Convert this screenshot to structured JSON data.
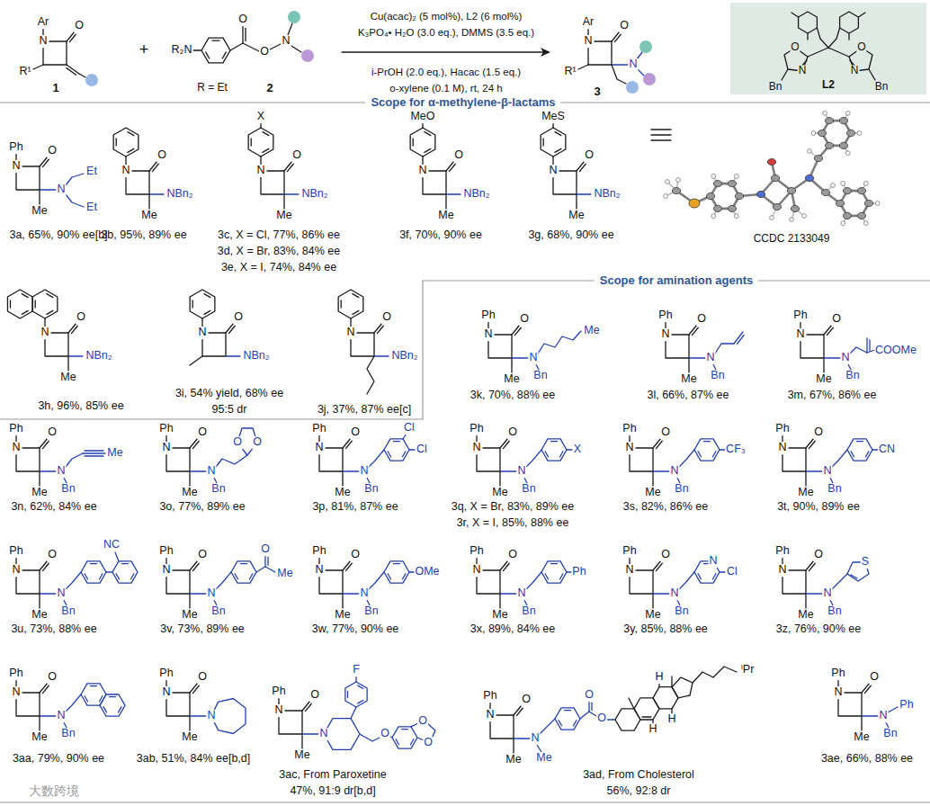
{
  "diagram": {
    "nodes": [
      {
        "text": [
          "O",
          "N",
          "Bn",
          "O",
          "N",
          "Bn",
          "L2"
        ]
      }
    ],
    "labels": [
      "Ar",
      "N",
      "O",
      "R¹",
      "1",
      "+",
      "R₂N",
      "O",
      "O",
      "N",
      "2",
      "R = Et",
      "Cu(acac)₂ (5 mol%), L2 (6 mol%)",
      "K₃PO₄• H₂O (3.0 eq.), DMMS (3.5 eq.)",
      "i-PrOH (2.0 eq.), Hacac (1.5 eq.)",
      "o-xylene (0.1 M), rt, 24 h",
      "Ar",
      "N",
      "O",
      "R¹",
      "N",
      "3",
      "Scope for α-methylene-β-lactams",
      "Ph",
      "N",
      "O",
      "N",
      "Et",
      "Et",
      "Me",
      "3a, 65%, 90% ee[b]",
      "N",
      "O",
      "NBn₂",
      "Me",
      "3b, 95%, 89% ee",
      "X",
      "N",
      "O",
      "NBn₂",
      "Me",
      "3c, X = Cl, 77%, 86% ee",
      "3d, X = Br, 83%, 84% ee",
      "3e, X = I, 74%, 84% ee",
      "MeO",
      "N",
      "O",
      "NBn₂",
      "Me",
      "3f, 70%, 90% ee",
      "MeS",
      "N",
      "O",
      "NBn₂",
      "Me",
      "3g, 68%, 90% ee",
      "CCDC 2133049",
      "N",
      "O",
      "NBn₂",
      "Me",
      "3h, 96%, 85% ee",
      "N",
      "O",
      "NBn₂",
      "3i, 54% yield, 68% ee",
      "95:5 dr",
      "N",
      "O",
      "NBn₂",
      "3j, 37%, 87% ee[c]",
      "Scope for amination agents",
      "Ph",
      "N",
      "O",
      "N",
      "Bn",
      "Me",
      "Me",
      "3k, 70%, 88% ee",
      "Ph",
      "N",
      "O",
      "N",
      "Bn",
      "Me",
      "3l, 66%, 87% ee",
      "Ph",
      "N",
      "O",
      "N",
      "Bn",
      "Me",
      "COOMe",
      "3m, 67%, 86% ee",
      "Ph",
      "N",
      "O",
      "N",
      "Bn",
      "Me",
      "Me",
      "3n, 62%, 84% ee",
      "Ph",
      "N",
      "O",
      "N",
      "Bn",
      "Me",
      "O",
      "O",
      "3o, 77%, 89% ee",
      "Ph",
      "N",
      "O",
      "N",
      "Bn",
      "Me",
      "Cl",
      "Cl",
      "3p, 81%, 87% ee",
      "Ph",
      "N",
      "O",
      "N",
      "Bn",
      "Me",
      "X",
      "3q, X = Br, 83%, 89% ee",
      "3r, X = I, 85%, 88% ee",
      "Ph",
      "N",
      "O",
      "N",
      "Bn",
      "Me",
      "CF₃",
      "3s, 82%, 86% ee",
      "Ph",
      "N",
      "O",
      "N",
      "Bn",
      "Me",
      "CN",
      "3t, 90%, 89% ee",
      "Ph",
      "N",
      "O",
      "N",
      "Bn",
      "Me",
      "NC",
      "3u, 73%, 88% ee",
      "Ph",
      "N",
      "O",
      "N",
      "Bn",
      "Me",
      "O",
      "Me",
      "3v, 73%, 89% ee",
      "Ph",
      "N",
      "O",
      "N",
      "Bn",
      "Me",
      "OMe",
      "3w, 77%, 90% ee",
      "Ph",
      "N",
      "O",
      "N",
      "Bn",
      "Me",
      "Ph",
      "3x, 89%, 84% ee",
      "Ph",
      "N",
      "O",
      "N",
      "Bn",
      "Me",
      "N",
      "Cl",
      "3y, 85%, 88% ee",
      "Ph",
      "N",
      "O",
      "N",
      "Bn",
      "Me",
      "S",
      "3z, 76%, 90% ee",
      "Ph",
      "N",
      "O",
      "N",
      "Bn",
      "Me",
      "3aa, 79%, 90% ee",
      "Ph",
      "N",
      "O",
      "N",
      "Me",
      "3ab, 51%, 84% ee[b,d]",
      "Ph",
      "N",
      "O",
      "N",
      "Me",
      "F",
      "O",
      "O",
      "O",
      "3ac, From Paroxetine",
      "47%, 91:9 dr[b,d]",
      "Ph",
      "N",
      "O",
      "N",
      "Me",
      "Me",
      "O",
      "O",
      "H",
      "H",
      "H",
      "ⁱPr",
      "3ad, From Cholesterol",
      "56%, 92:8 dr",
      "Ph",
      "N",
      "O",
      "N",
      "Ph",
      "Bn",
      "Me",
      "3ae, 66%, 88% ee",
      "大数跨境"
    ]
  }
}
